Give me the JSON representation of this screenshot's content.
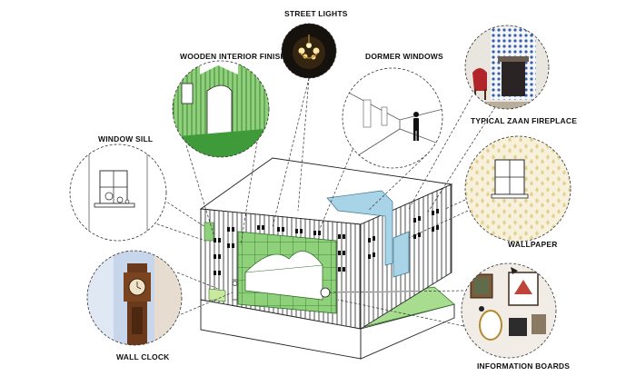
{
  "labels": {
    "street_lights": "STREET LIGHTS",
    "wooden_interior_finish": "WOODEN INTERIOR FINISH",
    "dormer_windows": "DORMER WINDOWS",
    "typical_zaan_fireplace": "TYPICAL ZAAN FIREPLACE",
    "window_sill": "WINDOW SILL",
    "wallpaper": "WALLPAPER",
    "wall_clock": "WALL CLOCK",
    "information_boards": "INFORMATION BOARDS"
  },
  "colors": {
    "green": "#8fd17a",
    "green_dark": "#3f9a3a",
    "blue": "#a9d3e6",
    "line": "#222222",
    "dash": "#333333"
  }
}
